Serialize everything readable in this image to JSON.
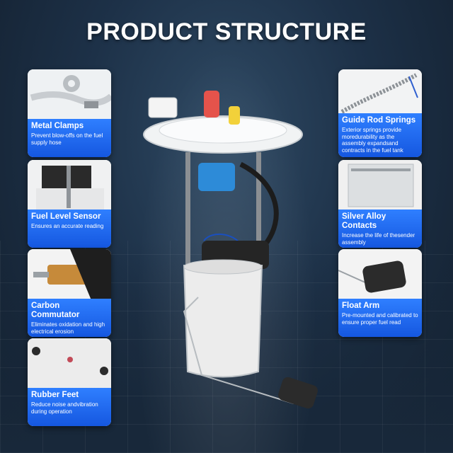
{
  "title": "PRODUCT STRUCTURE",
  "features_left": [
    {
      "name": "Metal Clamps",
      "description": "Prevent blow-offs on the fuel supply hose"
    },
    {
      "name": "Fuel Level Sensor",
      "description": "Ensures an accurate reading"
    },
    {
      "name": "Carbon Commutator",
      "description": "Eliminates oxidation and high electrical erosion"
    },
    {
      "name": "Rubber Feet",
      "description": "Reduce noise andvibration during operation"
    }
  ],
  "features_right": [
    {
      "name": "Guide Rod Springs",
      "description": "Exterior springs provide moredurability as the assembly expandsand contracts in the fuel tank"
    },
    {
      "name": "Silver Alloy Contacts",
      "description": "Increase the life of thesender assembly"
    },
    {
      "name": "Float Arm",
      "description": "Pre-mounted and calibrated to ensure proper fuel read"
    }
  ],
  "colors": {
    "accent": "#1f6bf0",
    "background": "#1d3148",
    "title": "#ffffff"
  }
}
